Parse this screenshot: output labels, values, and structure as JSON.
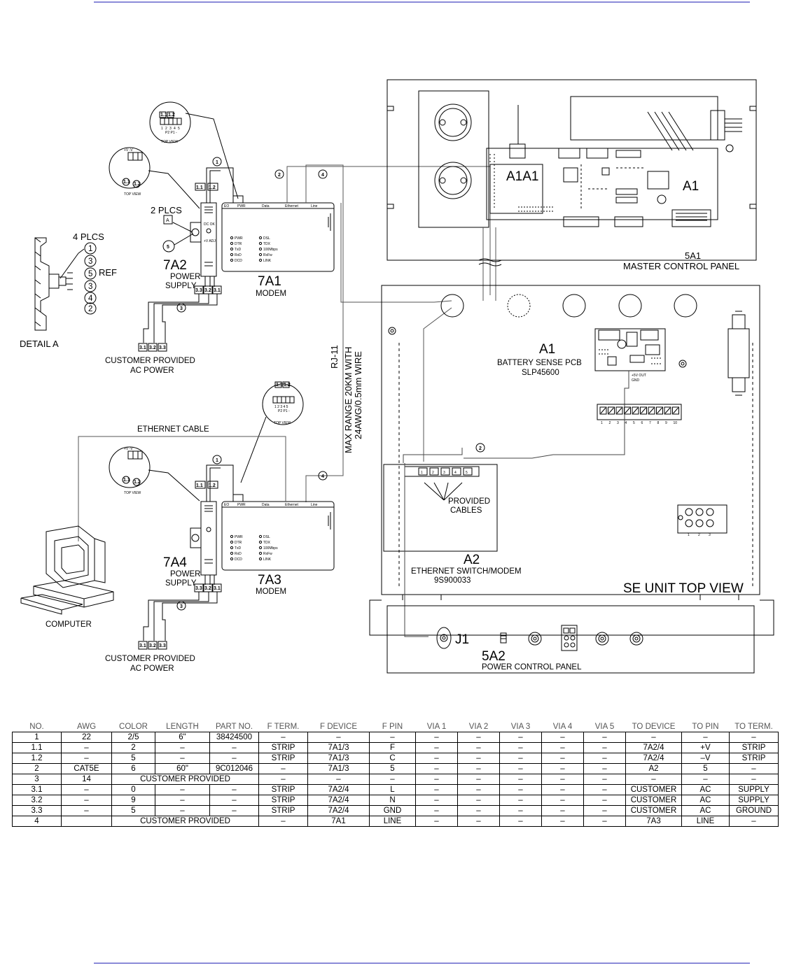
{
  "labels": {
    "detail_title": "DETAIL A",
    "detail_qty": "4 PLCS",
    "detail_ref": "REF",
    "detail_bubbles": [
      "1",
      "3",
      "5",
      "3",
      "4",
      "2"
    ],
    "plcs2": "2 PLCS",
    "plcs2_tag": "A",
    "bubble5": "5",
    "ps1_id": "7A2",
    "ps1_l1": "POWER",
    "ps1_l2": "SUPPLY",
    "modem1_id": "7A1",
    "modem1_l": "MODEM",
    "ps2_id": "7A4",
    "ps2_l1": "POWER",
    "ps2_l2": "SUPPLY",
    "modem2_id": "7A3",
    "modem2_l": "MODEM",
    "ac1_l1": "CUSTOMER PROVIDED",
    "ac1_l2": "AC POWER",
    "ac2_l1": "CUSTOMER PROVIDED",
    "ac2_l2": "AC POWER",
    "ethernet_cable": "ETHERNET CABLE",
    "computer": "COMPUTER",
    "rj11": "RJ-11",
    "range_l1": "MAX RANGE 20KM WITH",
    "range_l2": "24AWG/0.5mm WIRE",
    "top_view": "TOP VIEW",
    "p2p1": "P2 P1 -",
    "sw_nums": [
      "1",
      "2",
      "3",
      "4",
      "5"
    ],
    "mcp_id": "5A1",
    "mcp_name": "MASTER CONTROL PANEL",
    "mcp_a1a1": "A1A1",
    "mcp_a1": "A1",
    "bs_id": "A1",
    "bs_name": "BATTERY SENSE PCB",
    "bs_part": "SLP45600",
    "bs_out": "+5V OUT",
    "bs_gnd": "GND",
    "es_id": "A2",
    "es_name": "ETHERNET SWITCH/MODEM",
    "es_part": "9S900033",
    "provided_l1": "PROVIDED",
    "provided_l2": "CABLES",
    "se_unit": "SE UNIT TOP VIEW",
    "pcp_id": "5A2",
    "pcp_name": "POWER CONTROL PANEL",
    "j1": "J1",
    "tb_nums": [
      "1",
      "2",
      "3",
      "4",
      "5",
      "6",
      "7",
      "8",
      "9",
      "10"
    ],
    "pcp_tb_nums": [
      "1",
      "2",
      "3"
    ],
    "sw_ports": [
      "1",
      "2",
      "3",
      "4",
      "5"
    ],
    "b1": "1",
    "b2": "2",
    "b3": "3",
    "b4": "4",
    "b11": "1.1",
    "b12": "1.2",
    "b31": "3.1",
    "b32": "3.2",
    "b33": "3.3",
    "modem_panel_top": [
      "EO",
      "PWR",
      "Data",
      "Ethernet",
      "Line"
    ],
    "modem_leds_left": [
      "PWR",
      "DTR",
      "TxD",
      "RxD",
      "DCD"
    ],
    "modem_leds_right": [
      "DSL",
      "TDX",
      "100Mbps",
      "RxFw",
      "LINK"
    ]
  },
  "wire_table": {
    "headers": [
      "NO.",
      "AWG",
      "COLOR",
      "LENGTH",
      "PART NO.",
      "F TERM.",
      "F DEVICE",
      "F PIN",
      "VIA 1",
      "VIA 2",
      "VIA 3",
      "VIA 4",
      "VIA 5",
      "TO DEVICE",
      "TO PIN",
      "TO TERM."
    ],
    "rows": [
      [
        "1",
        "22",
        "2/5",
        "6\"",
        "38424500",
        "–",
        "–",
        "–",
        "–",
        "–",
        "–",
        "–",
        "–",
        "–",
        "–",
        "–"
      ],
      [
        "1.1",
        "–",
        "2",
        "–",
        "–",
        "STRIP",
        "7A1/3",
        "F",
        "–",
        "–",
        "–",
        "–",
        "–",
        "7A2/4",
        "+V",
        "STRIP"
      ],
      [
        "1.2",
        "–",
        "5",
        "–",
        "–",
        "STRIP",
        "7A1/3",
        "C",
        "–",
        "–",
        "–",
        "–",
        "–",
        "7A2/4",
        "–V",
        "STRIP"
      ],
      [
        "2",
        "CAT5E",
        "6",
        "60\"",
        "9C012046",
        "–",
        "7A1/3",
        "5",
        "–",
        "–",
        "–",
        "–",
        "–",
        "A2",
        "5",
        "–"
      ],
      [
        "3",
        "14",
        "CUSTOMER PROVIDED",
        null,
        null,
        "–",
        "–",
        "–",
        "–",
        "–",
        "–",
        "–",
        "–",
        "–",
        "–",
        "–"
      ],
      [
        "3.1",
        "–",
        "0",
        "–",
        "–",
        "STRIP",
        "7A2/4",
        "L",
        "–",
        "–",
        "–",
        "–",
        "–",
        "CUSTOMER",
        "AC",
        "SUPPLY"
      ],
      [
        "3.2",
        "–",
        "9",
        "–",
        "–",
        "STRIP",
        "7A2/4",
        "N",
        "–",
        "–",
        "–",
        "–",
        "–",
        "CUSTOMER",
        "AC",
        "SUPPLY"
      ],
      [
        "3.3",
        "–",
        "5",
        "–",
        "–",
        "STRIP",
        "7A2/4",
        "GND",
        "–",
        "–",
        "–",
        "–",
        "–",
        "CUSTOMER",
        "AC",
        "GROUND"
      ],
      [
        "4",
        "",
        "CUSTOMER PROVIDED",
        null,
        null,
        "–",
        "7A1",
        "LINE",
        "–",
        "–",
        "–",
        "–",
        "–",
        "7A3",
        "LINE",
        "–"
      ]
    ]
  }
}
